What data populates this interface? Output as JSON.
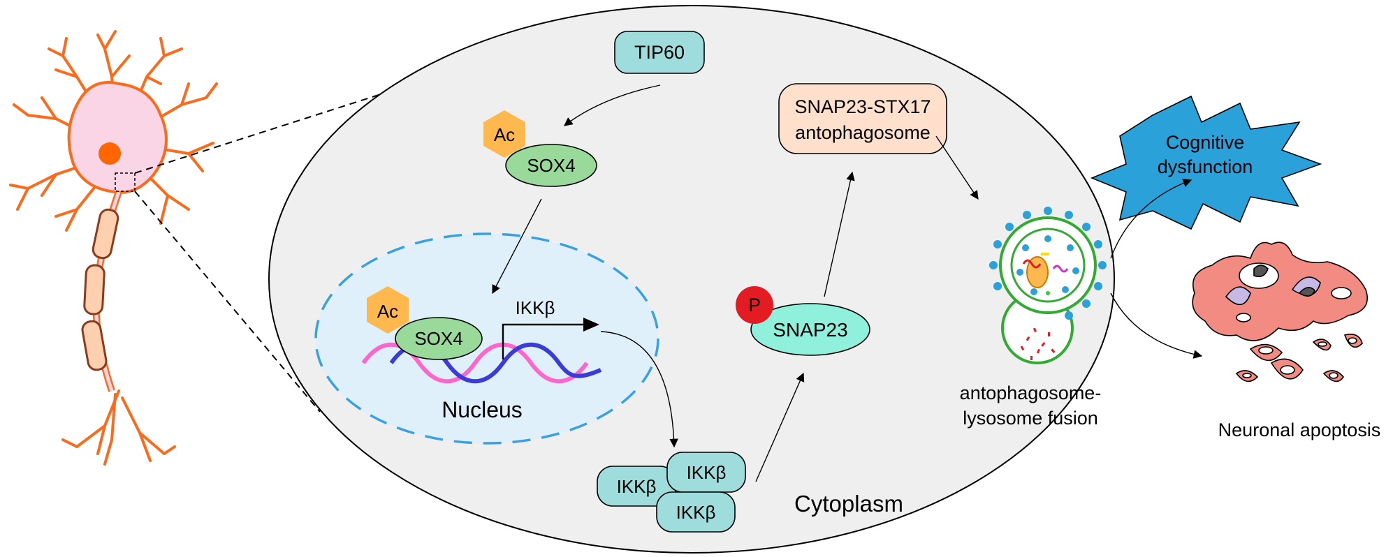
{
  "labels": {
    "tip60": "TIP60",
    "ac_top": "Ac",
    "sox4_top": "SOX4",
    "ac_nucleus": "Ac",
    "sox4_nucleus": "SOX4",
    "ikkb_gene": "IKKβ",
    "nucleus": "Nucleus",
    "ikkb_1": "IKKβ",
    "ikkb_2": "IKKβ",
    "ikkb_3": "IKKβ",
    "phospho": "P",
    "snap23": "SNAP23",
    "snap_stx_line1": "SNAP23-STX17",
    "snap_stx_line2": "antophagosome",
    "fusion_line1": "antophagosome-",
    "fusion_line2": "lysosome fusion",
    "cytoplasm": "Cytoplasm",
    "cognitive_line1": "Cognitive",
    "cognitive_line2": "dysfunction",
    "apoptosis": "Neuronal apoptosis"
  },
  "colors": {
    "neuron_fill": "#f9d5e5",
    "neuron_stroke": "#ff6a1a",
    "neuron_nucleus": "#ff6600",
    "cell_fill": "#efefef",
    "tip60_fill": "#9fdddd",
    "ac_fill": "#ffb84d",
    "sox4_fill": "#99d99a",
    "nucleus_fill": "#dff0fb",
    "nucleus_border": "#3aa0e6",
    "dna_pink": "#ff66cc",
    "dna_blue": "#3b3bd6",
    "ikkb_fill": "#9fdddd",
    "snap23_fill": "#8ff0dc",
    "phospho_fill": "#e31b23",
    "snap_stx_fill": "#ffe0cc",
    "autophagosome_ring": "#33aa33",
    "lysosome_dot": "#2aa1d8",
    "cognitive_fill": "#2aa1d8",
    "apoptosis_fill": "#f28b82"
  },
  "icons": [
    "neuron-icon",
    "autophagosome-lysosome-icon",
    "starburst-icon",
    "apoptotic-cell-icon"
  ]
}
